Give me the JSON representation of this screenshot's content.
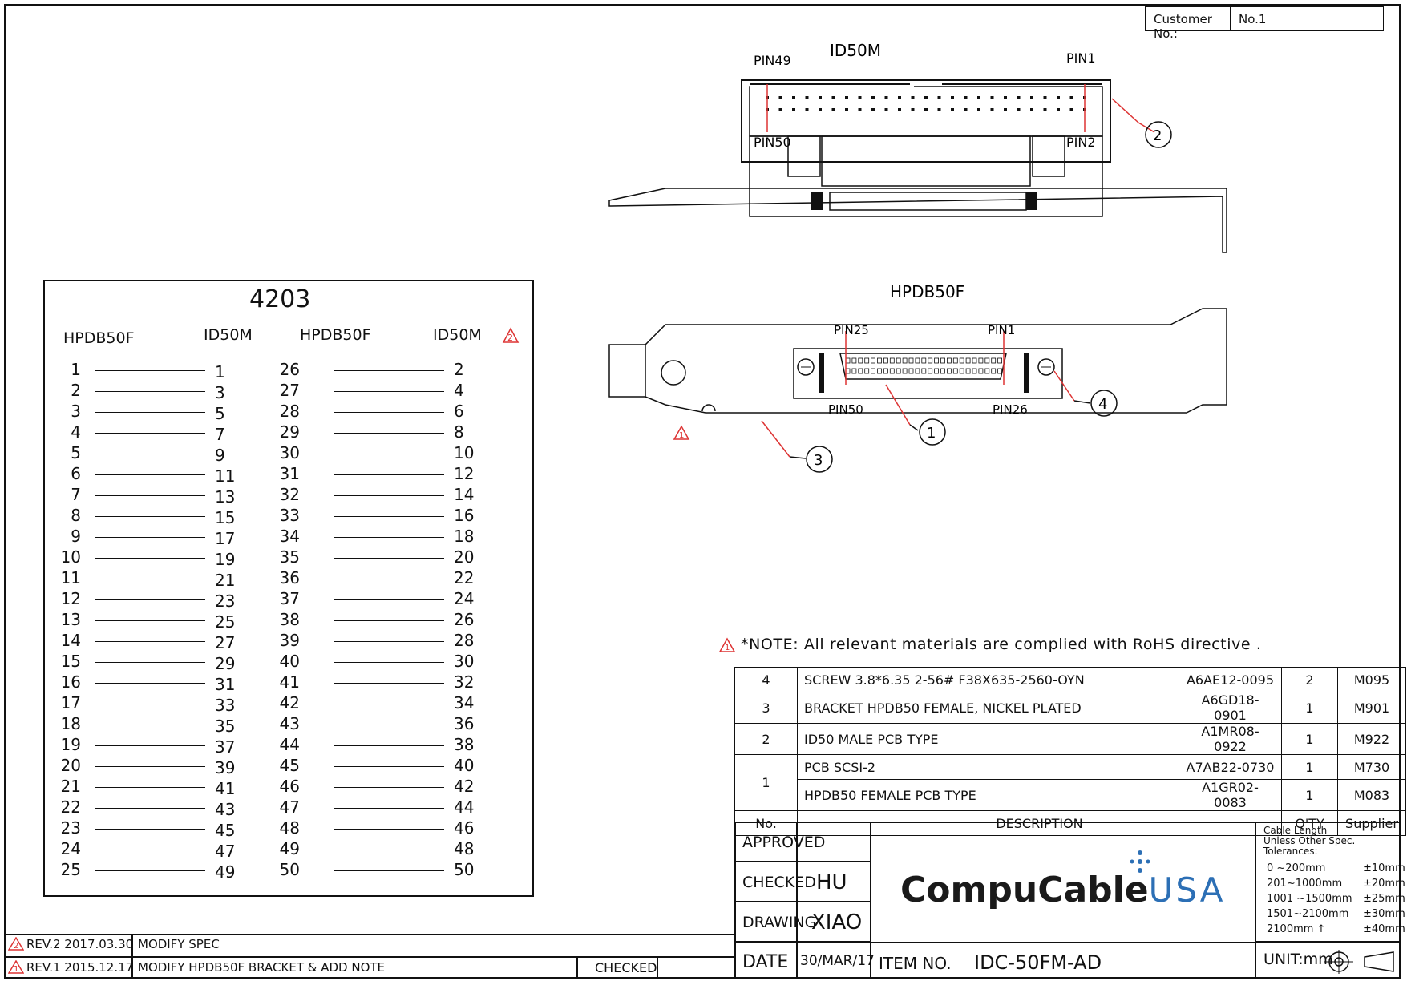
{
  "customer": {
    "label": "Customer No.:",
    "value": "No.1"
  },
  "top_connector": {
    "title": "ID50M",
    "pin49": "PIN49",
    "pin1": "PIN1",
    "pin50": "PIN50",
    "pin2": "PIN2",
    "callout": "2"
  },
  "bottom_connector": {
    "title": "HPDB50F",
    "pin25": "PIN25",
    "pin1": "PIN1",
    "pin50": "PIN50",
    "pin26": "PIN26",
    "callout1": "1",
    "callout3": "3",
    "callout4": "4",
    "rev_marker": "1"
  },
  "pinout": {
    "title": "4203",
    "headers": [
      "HPDB50F",
      "ID50M",
      "HPDB50F",
      "ID50M"
    ],
    "rev_marker": "2",
    "left": [
      [
        "1",
        "1"
      ],
      [
        "2",
        "3"
      ],
      [
        "3",
        "5"
      ],
      [
        "4",
        "7"
      ],
      [
        "5",
        "9"
      ],
      [
        "6",
        "11"
      ],
      [
        "7",
        "13"
      ],
      [
        "8",
        "15"
      ],
      [
        "9",
        "17"
      ],
      [
        "10",
        "19"
      ],
      [
        "11",
        "21"
      ],
      [
        "12",
        "23"
      ],
      [
        "13",
        "25"
      ],
      [
        "14",
        "27"
      ],
      [
        "15",
        "29"
      ],
      [
        "16",
        "31"
      ],
      [
        "17",
        "33"
      ],
      [
        "18",
        "35"
      ],
      [
        "19",
        "37"
      ],
      [
        "20",
        "39"
      ],
      [
        "21",
        "41"
      ],
      [
        "22",
        "43"
      ],
      [
        "23",
        "45"
      ],
      [
        "24",
        "47"
      ],
      [
        "25",
        "49"
      ]
    ],
    "right": [
      [
        "26",
        "2"
      ],
      [
        "27",
        "4"
      ],
      [
        "28",
        "6"
      ],
      [
        "29",
        "8"
      ],
      [
        "30",
        "10"
      ],
      [
        "31",
        "12"
      ],
      [
        "32",
        "14"
      ],
      [
        "33",
        "16"
      ],
      [
        "34",
        "18"
      ],
      [
        "35",
        "20"
      ],
      [
        "36",
        "22"
      ],
      [
        "37",
        "24"
      ],
      [
        "38",
        "26"
      ],
      [
        "39",
        "28"
      ],
      [
        "40",
        "30"
      ],
      [
        "41",
        "32"
      ],
      [
        "42",
        "34"
      ],
      [
        "43",
        "36"
      ],
      [
        "44",
        "38"
      ],
      [
        "45",
        "40"
      ],
      [
        "46",
        "42"
      ],
      [
        "47",
        "44"
      ],
      [
        "48",
        "46"
      ],
      [
        "49",
        "48"
      ],
      [
        "50",
        "50"
      ]
    ]
  },
  "note": {
    "marker": "1",
    "text": "*NOTE: All relevant materials are complied with RoHS directive ."
  },
  "bom": {
    "rows": [
      {
        "no": "4",
        "desc": "SCREW 3.8*6.35 2-56# F38X635-2560-OYN",
        "part": "A6AE12-0095",
        "qty": "2",
        "supplier": "M095"
      },
      {
        "no": "3",
        "desc": "BRACKET HPDB50 FEMALE, NICKEL PLATED",
        "part": "A6GD18-0901",
        "qty": "1",
        "supplier": "M901"
      },
      {
        "no": "2",
        "desc": "ID50 MALE PCB TYPE",
        "part": "A1MR08-0922",
        "qty": "1",
        "supplier": "M922"
      },
      {
        "no": "1",
        "desc": "PCB SCSI-2",
        "part": "A7AB22-0730",
        "qty": "1",
        "supplier": "M730"
      },
      {
        "no": "",
        "desc": "HPDB50 FEMALE PCB TYPE",
        "part": "A1GR02-0083",
        "qty": "1",
        "supplier": "M083"
      }
    ],
    "header": {
      "no": "No.",
      "desc": "DESCRIPTION",
      "qty": "Q'TY",
      "supplier": "Supplier"
    }
  },
  "title_block": {
    "approved": "APPROVED",
    "approved_value": "",
    "checked": "CHECKED",
    "checked_value": "HU",
    "drawing": "DRAWING",
    "drawing_value": "XIAO",
    "date": "DATE",
    "date_value": "30/MAR/17",
    "item_no": "ITEM NO.",
    "item_value": "IDC-50FM-AD",
    "logo_a": "CompuCable",
    "logo_b": "USA",
    "tol_title": [
      "Cable Length",
      "Unless Other Spec.",
      "Tolerances:"
    ],
    "tolerances": [
      {
        "range": "0 ~200mm",
        "tol": "±10mm"
      },
      {
        "range": "201~1000mm",
        "tol": "±20mm"
      },
      {
        "range": "1001 ~1500mm",
        "tol": "±25mm"
      },
      {
        "range": "1501~2100mm",
        "tol": "±30mm"
      },
      {
        "range": "2100mm",
        "tol": "±40mm"
      }
    ],
    "unit": "UNIT:mm"
  },
  "revisions": [
    {
      "marker": "2",
      "rev": "REV.2 2017.03.30",
      "desc": "MODIFY SPEC"
    },
    {
      "marker": "1",
      "rev": "REV.1 2015.12.17",
      "desc": "MODIFY HPDB50F BRACKET & ADD NOTE"
    }
  ],
  "rev_checked": "CHECKED",
  "colors": {
    "line": "#111111",
    "red": "#dd3333",
    "logo_dark": "#1a1a1a",
    "logo_blue": "#2c6fb5"
  }
}
